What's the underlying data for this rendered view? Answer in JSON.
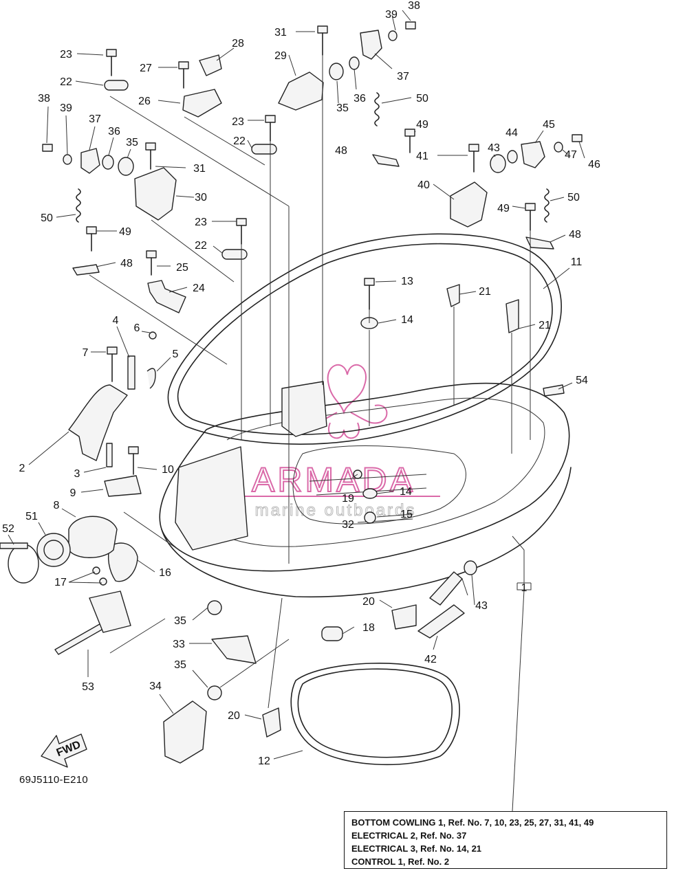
{
  "callouts": [
    {
      "id": "c1",
      "text": "1"
    },
    {
      "id": "c2",
      "text": "2"
    },
    {
      "id": "c3",
      "text": "3"
    },
    {
      "id": "c4",
      "text": "4"
    },
    {
      "id": "c5",
      "text": "5"
    },
    {
      "id": "c6",
      "text": "6"
    },
    {
      "id": "c7",
      "text": "7"
    },
    {
      "id": "c8",
      "text": "8"
    },
    {
      "id": "c9",
      "text": "9"
    },
    {
      "id": "c10",
      "text": "10"
    },
    {
      "id": "c11",
      "text": "11"
    },
    {
      "id": "c12",
      "text": "12"
    },
    {
      "id": "c13",
      "text": "13"
    },
    {
      "id": "c14a",
      "text": "14"
    },
    {
      "id": "c14b",
      "text": "14"
    },
    {
      "id": "c15",
      "text": "15"
    },
    {
      "id": "c16",
      "text": "16"
    },
    {
      "id": "c17",
      "text": "17"
    },
    {
      "id": "c18",
      "text": "18"
    },
    {
      "id": "c19",
      "text": "19"
    },
    {
      "id": "c20a",
      "text": "20"
    },
    {
      "id": "c20b",
      "text": "20"
    },
    {
      "id": "c21a",
      "text": "21"
    },
    {
      "id": "c21b",
      "text": "21"
    },
    {
      "id": "c22a",
      "text": "22"
    },
    {
      "id": "c22b",
      "text": "22"
    },
    {
      "id": "c22c",
      "text": "22"
    },
    {
      "id": "c23a",
      "text": "23"
    },
    {
      "id": "c23b",
      "text": "23"
    },
    {
      "id": "c23c",
      "text": "23"
    },
    {
      "id": "c24",
      "text": "24"
    },
    {
      "id": "c25",
      "text": "25"
    },
    {
      "id": "c26",
      "text": "26"
    },
    {
      "id": "c27",
      "text": "27"
    },
    {
      "id": "c28",
      "text": "28"
    },
    {
      "id": "c29",
      "text": "29"
    },
    {
      "id": "c30",
      "text": "30"
    },
    {
      "id": "c31a",
      "text": "31"
    },
    {
      "id": "c31b",
      "text": "31"
    },
    {
      "id": "c32",
      "text": "32"
    },
    {
      "id": "c33",
      "text": "33"
    },
    {
      "id": "c34",
      "text": "34"
    },
    {
      "id": "c35a",
      "text": "35"
    },
    {
      "id": "c35b",
      "text": "35"
    },
    {
      "id": "c35c",
      "text": "35"
    },
    {
      "id": "c35d",
      "text": "35"
    },
    {
      "id": "c36a",
      "text": "36"
    },
    {
      "id": "c36b",
      "text": "36"
    },
    {
      "id": "c37a",
      "text": "37"
    },
    {
      "id": "c37b",
      "text": "37"
    },
    {
      "id": "c38a",
      "text": "38"
    },
    {
      "id": "c38b",
      "text": "38"
    },
    {
      "id": "c39a",
      "text": "39"
    },
    {
      "id": "c39b",
      "text": "39"
    },
    {
      "id": "c40",
      "text": "40"
    },
    {
      "id": "c41",
      "text": "41"
    },
    {
      "id": "c42",
      "text": "42"
    },
    {
      "id": "c43a",
      "text": "43"
    },
    {
      "id": "c43b",
      "text": "43"
    },
    {
      "id": "c44",
      "text": "44"
    },
    {
      "id": "c45",
      "text": "45"
    },
    {
      "id": "c46",
      "text": "46"
    },
    {
      "id": "c47",
      "text": "47"
    },
    {
      "id": "c48a",
      "text": "48"
    },
    {
      "id": "c48b",
      "text": "48"
    },
    {
      "id": "c48c",
      "text": "48"
    },
    {
      "id": "c49a",
      "text": "49"
    },
    {
      "id": "c49b",
      "text": "49"
    },
    {
      "id": "c49c",
      "text": "49"
    },
    {
      "id": "c50a",
      "text": "50"
    },
    {
      "id": "c50b",
      "text": "50"
    },
    {
      "id": "c50c",
      "text": "50"
    },
    {
      "id": "c51",
      "text": "51"
    },
    {
      "id": "c52",
      "text": "52"
    },
    {
      "id": "c53",
      "text": "53"
    },
    {
      "id": "c54",
      "text": "54"
    }
  ],
  "fwd_label": "FWD",
  "catalog_number": "69J5110-E210",
  "watermark": {
    "brand": "ARMADA",
    "tagline": "marine outboards",
    "color": "#d4509a"
  },
  "reference_box": {
    "lines": [
      "BOTTOM COWLING 1,  Ref. No. 7, 10, 23, 25, 27, 31, 41, 49",
      "ELECTRICAL 2,  Ref. No. 37",
      "ELECTRICAL 3,  Ref. No. 14, 21",
      "CONTROL 1,  Ref. No. 2"
    ]
  }
}
